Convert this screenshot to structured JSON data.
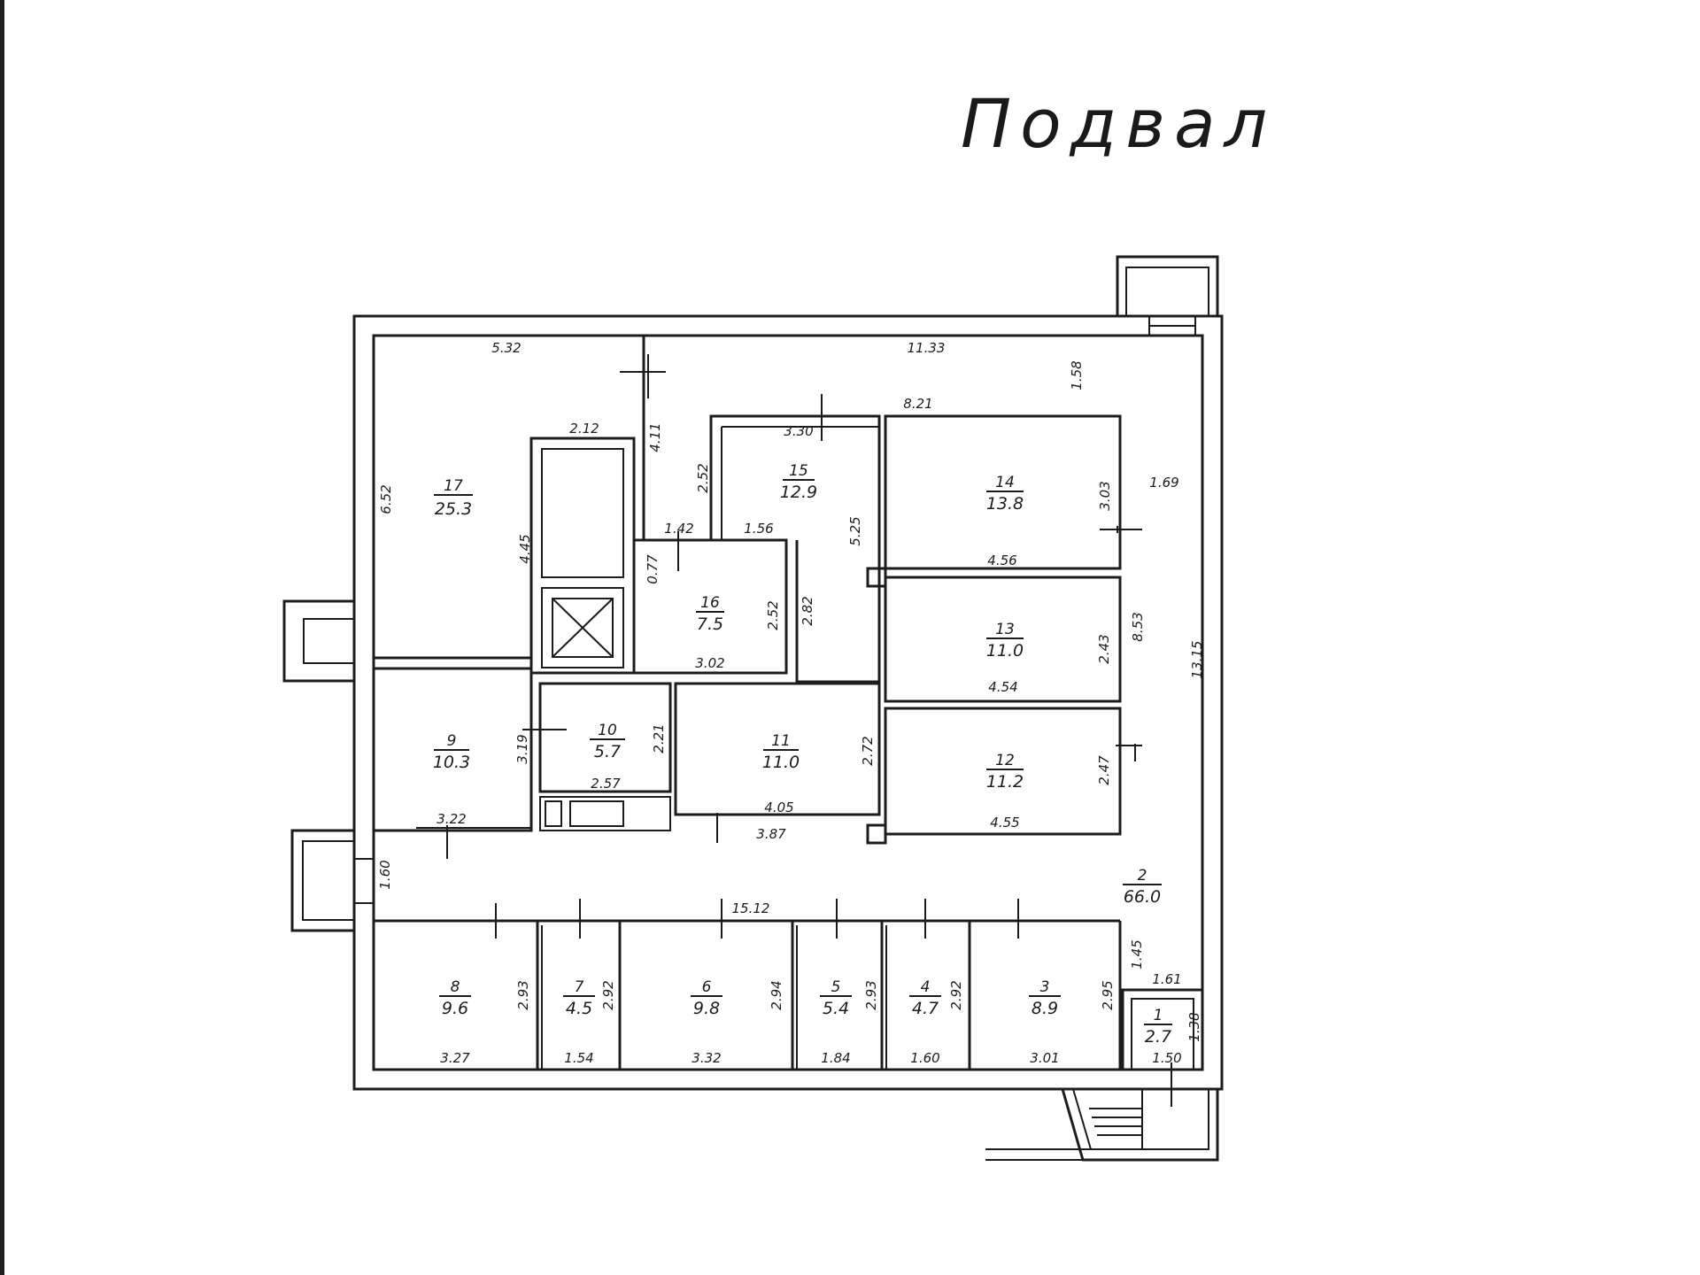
{
  "title": "Подвал",
  "rooms": [
    {
      "id": "r1",
      "number": "1",
      "area": "2.7"
    },
    {
      "id": "r2",
      "number": "2",
      "area": "66.0"
    },
    {
      "id": "r3",
      "number": "3",
      "area": "8.9"
    },
    {
      "id": "r4",
      "number": "4",
      "area": "4.7"
    },
    {
      "id": "r5",
      "number": "5",
      "area": "5.4"
    },
    {
      "id": "r6",
      "number": "6",
      "area": "9.8"
    },
    {
      "id": "r7",
      "number": "7",
      "area": "4.5"
    },
    {
      "id": "r8",
      "number": "8",
      "area": "9.6"
    },
    {
      "id": "r9",
      "number": "9",
      "area": "10.3"
    },
    {
      "id": "r10",
      "number": "10",
      "area": "5.7"
    },
    {
      "id": "r11",
      "number": "11",
      "area": "11.0"
    },
    {
      "id": "r12",
      "number": "12",
      "area": "11.2"
    },
    {
      "id": "r13",
      "number": "13",
      "area": "11.0"
    },
    {
      "id": "r14",
      "number": "14",
      "area": "13.8"
    },
    {
      "id": "r15",
      "number": "15",
      "area": "12.9"
    },
    {
      "id": "r16",
      "number": "16",
      "area": "7.5"
    },
    {
      "id": "r17",
      "number": "17",
      "area": "25.3"
    }
  ],
  "dimensions": [
    {
      "id": "d01",
      "text": "5.32"
    },
    {
      "id": "d02",
      "text": "11.33"
    },
    {
      "id": "d03",
      "text": "1.58"
    },
    {
      "id": "d04",
      "text": "8.21"
    },
    {
      "id": "d05",
      "text": "3.30"
    },
    {
      "id": "d06",
      "text": "2.12"
    },
    {
      "id": "d07",
      "text": "4.11"
    },
    {
      "id": "d08",
      "text": "6.52"
    },
    {
      "id": "d09",
      "text": "4.45"
    },
    {
      "id": "d10",
      "text": "2.52"
    },
    {
      "id": "d11",
      "text": "5.25"
    },
    {
      "id": "d12",
      "text": "3.03"
    },
    {
      "id": "d13",
      "text": "1.69"
    },
    {
      "id": "d14",
      "text": "4.56"
    },
    {
      "id": "d15",
      "text": "1.42"
    },
    {
      "id": "d16",
      "text": "1.56"
    },
    {
      "id": "d17",
      "text": "0.77"
    },
    {
      "id": "d18",
      "text": "2.52"
    },
    {
      "id": "d19",
      "text": "2.82"
    },
    {
      "id": "d20",
      "text": "3.02"
    },
    {
      "id": "d21",
      "text": "2.43"
    },
    {
      "id": "d22",
      "text": "8.53"
    },
    {
      "id": "d23",
      "text": "4.54"
    },
    {
      "id": "d24",
      "text": "13.15"
    },
    {
      "id": "d25",
      "text": "3.19"
    },
    {
      "id": "d26",
      "text": "2.21"
    },
    {
      "id": "d27",
      "text": "2.57"
    },
    {
      "id": "d28",
      "text": "2.72"
    },
    {
      "id": "d29",
      "text": "2.47"
    },
    {
      "id": "d30",
      "text": "4.05"
    },
    {
      "id": "d31",
      "text": "3.87"
    },
    {
      "id": "d32",
      "text": "4.55"
    },
    {
      "id": "d33",
      "text": "3.22"
    },
    {
      "id": "d34",
      "text": "1.60"
    },
    {
      "id": "d35",
      "text": "15.12"
    },
    {
      "id": "d36",
      "text": "1.45"
    },
    {
      "id": "d37",
      "text": "1.61"
    },
    {
      "id": "d38",
      "text": "2.93"
    },
    {
      "id": "d39",
      "text": "2.92"
    },
    {
      "id": "d40",
      "text": "2.94"
    },
    {
      "id": "d41",
      "text": "2.93"
    },
    {
      "id": "d42",
      "text": "2.92"
    },
    {
      "id": "d43",
      "text": "2.95"
    },
    {
      "id": "d44",
      "text": "1.38"
    },
    {
      "id": "d45",
      "text": "3.27"
    },
    {
      "id": "d46",
      "text": "1.54"
    },
    {
      "id": "d47",
      "text": "3.32"
    },
    {
      "id": "d48",
      "text": "1.84"
    },
    {
      "id": "d49",
      "text": "1.60"
    },
    {
      "id": "d50",
      "text": "3.01"
    },
    {
      "id": "d51",
      "text": "1.50"
    }
  ]
}
